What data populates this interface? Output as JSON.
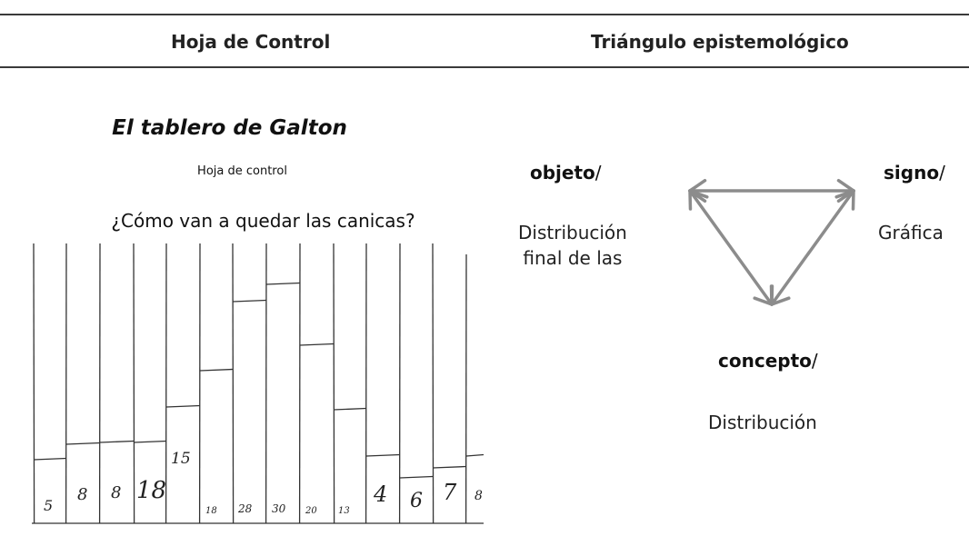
{
  "table": {
    "header_left": "Hoja de Control",
    "header_right": "Triángulo epistemológico"
  },
  "control_sheet": {
    "title": "El tablero de Galton",
    "subtitle": "Hoja de control",
    "question": "¿Cómo van a quedar las canicas?",
    "bins": [
      {
        "bin": 1,
        "big_label": "5",
        "small_label": ""
      },
      {
        "bin": 2,
        "big_label": "8",
        "small_label": ""
      },
      {
        "bin": 3,
        "big_label": "8",
        "small_label": ""
      },
      {
        "bin": 4,
        "big_label": "18",
        "small_label": ""
      },
      {
        "bin": 5,
        "big_label": "15",
        "small_label": ""
      },
      {
        "bin": 6,
        "big_label": "",
        "small_label": "18"
      },
      {
        "bin": 7,
        "big_label": "",
        "small_label": "28"
      },
      {
        "bin": 8,
        "big_label": "",
        "small_label": "30"
      },
      {
        "bin": 9,
        "big_label": "",
        "small_label": "20"
      },
      {
        "bin": 10,
        "big_label": "",
        "small_label": "13"
      },
      {
        "bin": 11,
        "big_label": "4",
        "small_label": ""
      },
      {
        "bin": 12,
        "big_label": "6",
        "small_label": ""
      },
      {
        "bin": 13,
        "big_label": "7",
        "small_label": ""
      },
      {
        "bin": 14,
        "big_label": "8",
        "small_label": ""
      }
    ]
  },
  "triangle": {
    "objeto": {
      "term": "objeto",
      "slash": "/",
      "text": "Distribución\nfinal de las"
    },
    "signo": {
      "term": "signo",
      "slash": "/",
      "text": "Gráfica"
    },
    "concepto": {
      "term": "concepto",
      "slash": "/",
      "text": "Distribución"
    },
    "arrow_color": "#8c8c8c"
  }
}
